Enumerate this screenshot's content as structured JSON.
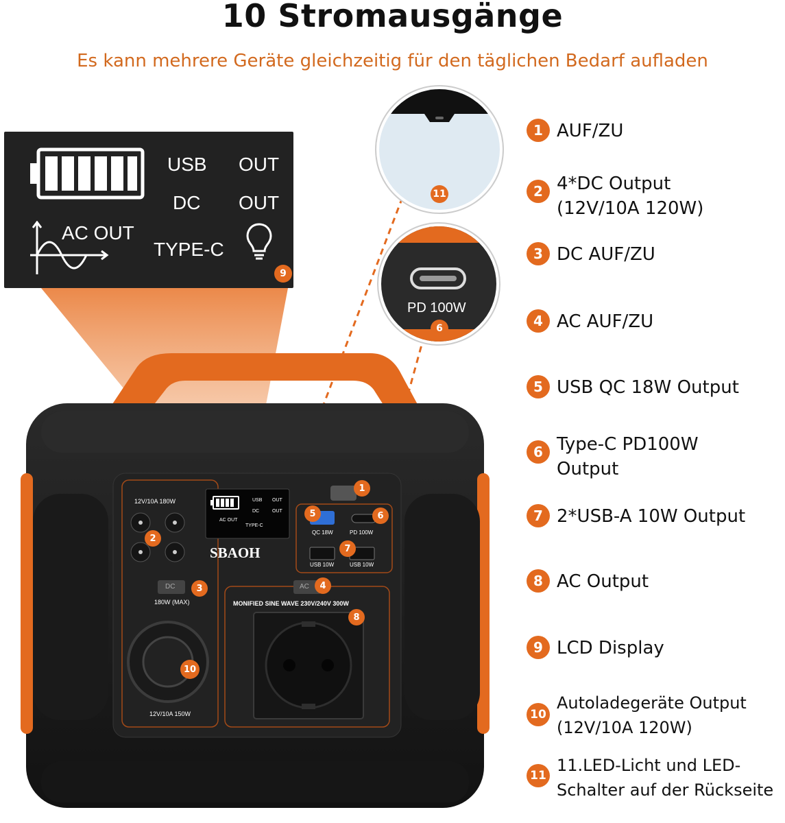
{
  "header": {
    "title": "10 Stromausgänge",
    "subtitle": "Es kann mehrere Geräte gleichzeitig für den täglichen Bedarf aufladen"
  },
  "colors": {
    "accent": "#e36a1f",
    "body": "#1c1c1c",
    "subtitle": "#d2691e"
  },
  "features": [
    {
      "num": "1",
      "text": "AUF/ZU"
    },
    {
      "num": "2",
      "text": "4*DC Output\n(12V/10A 120W)"
    },
    {
      "num": "3",
      "text": "DC AUF/ZU"
    },
    {
      "num": "4",
      "text": "AC AUF/ZU"
    },
    {
      "num": "5",
      "text": "USB QC 18W Output"
    },
    {
      "num": "6",
      "text": "Type-C PD100W\nOutput"
    },
    {
      "num": "7",
      "text": "2*USB-A 10W Output"
    },
    {
      "num": "8",
      "text": "AC Output"
    },
    {
      "num": "9",
      "text": "LCD Display"
    },
    {
      "num": "10",
      "text": "Autoladegeräte Output\n(12V/10A 120W)"
    },
    {
      "num": "11",
      "text": "11.LED-Licht und LED-\nSchalter auf der Rückseite"
    }
  ],
  "lcd_zoom": {
    "usb": "USB",
    "out1": "OUT",
    "dc": "DC",
    "out2": "OUT",
    "ac_out": "AC OUT",
    "type_c": "TYPE-C",
    "badge": "9"
  },
  "inset_led": {
    "badge": "11"
  },
  "inset_typec": {
    "label": "PD 100W",
    "badge": "6"
  },
  "device": {
    "brand": "SBAOH",
    "dc_spec_top": "12V/10A  180W",
    "dc_button": "DC",
    "dc_max": "180W (MAX)",
    "car_spec": "12V/10A  150W",
    "ac_button": "AC",
    "ac_spec": "MONIFIED SINE WAVE 230V/240V 300W",
    "qc_label": "QC 18W",
    "pd_label": "PD 100W",
    "usb_a1": "USB 10W",
    "usb_a2": "USB 10W",
    "lcd_small": {
      "usb": "USB",
      "out1": "OUT",
      "dc": "DC",
      "out2": "OUT",
      "ac_out": "AC OUT",
      "type_c": "TYPE-C"
    },
    "badges": [
      "1",
      "2",
      "3",
      "4",
      "5",
      "6",
      "7",
      "8",
      "10"
    ]
  }
}
